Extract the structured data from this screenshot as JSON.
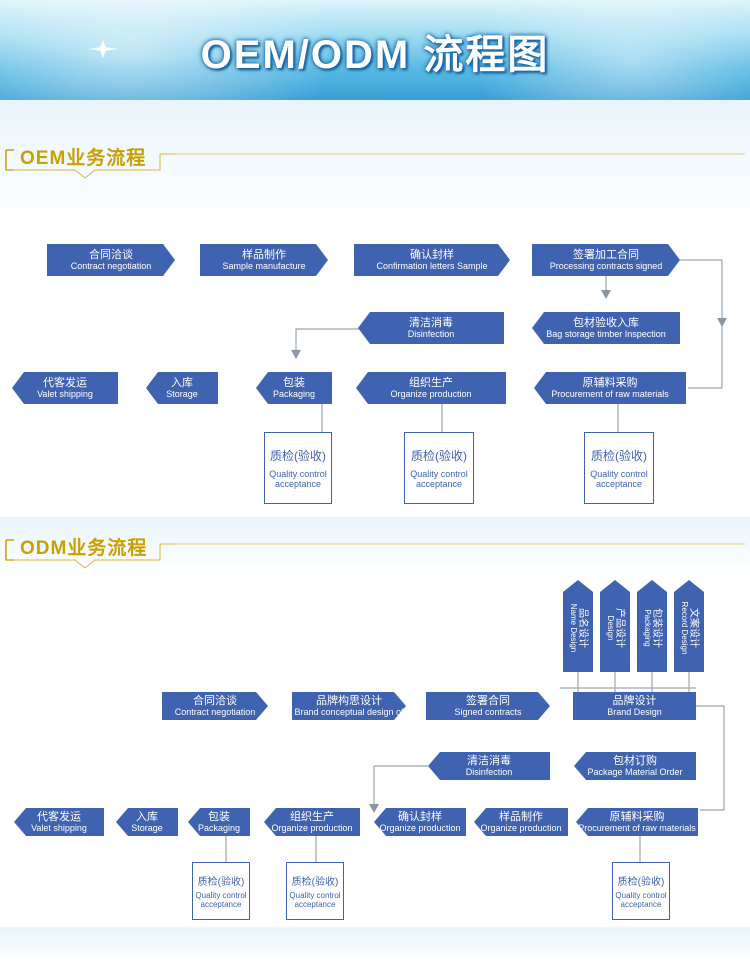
{
  "banner": {
    "title": "OEM/ODM 流程图"
  },
  "oem": {
    "title": "OEM业务流程",
    "steps": {
      "contract": {
        "zh": "合同洽谈",
        "en": "Contract negotiation"
      },
      "sample": {
        "zh": "样品制作",
        "en": "Sample manufacture"
      },
      "confirm": {
        "zh": "确认封样",
        "en": "Confirmation letters Sample"
      },
      "sign": {
        "zh": "签署加工合同",
        "en": "Processing contracts signed"
      },
      "bag": {
        "zh": "包材验收入库",
        "en": "Bag storage timber Inspection"
      },
      "disinfect": {
        "zh": "清洁消毒",
        "en": "Disinfection"
      },
      "procure": {
        "zh": "原辅料采购",
        "en": "Procurement of raw materials"
      },
      "organize": {
        "zh": "组织生产",
        "en": "Organize production"
      },
      "packaging": {
        "zh": "包装",
        "en": "Packaging"
      },
      "storage": {
        "zh": "入库",
        "en": "Storage"
      },
      "valet": {
        "zh": "代客发运",
        "en": "Valet shipping"
      }
    },
    "qc": {
      "zh": "质检(验收)",
      "en1": "Quality control",
      "en2": "acceptance"
    }
  },
  "odm": {
    "title": "ODM业务流程",
    "designs": [
      {
        "zh": "品名设计",
        "en": "Name Design"
      },
      {
        "zh": "产品设计",
        "en": "Design"
      },
      {
        "zh": "包装设计",
        "en": "Packaging"
      },
      {
        "zh": "文案设计",
        "en": "Record Design"
      }
    ],
    "steps": {
      "contract": {
        "zh": "合同洽谈",
        "en": "Contract negotiation"
      },
      "brandconcept": {
        "zh": "品牌构思设计",
        "en": "Brand conceptual design of"
      },
      "signed": {
        "zh": "签署合同",
        "en": "Signed contracts"
      },
      "branddesign": {
        "zh": "品牌设计",
        "en": "Brand Design"
      },
      "disinfect": {
        "zh": "清洁消毒",
        "en": "Disinfection"
      },
      "packorder": {
        "zh": "包材订购",
        "en": "Package Material Order"
      },
      "procure": {
        "zh": "原辅料采购",
        "en": "Procurement of raw materials"
      },
      "sample": {
        "zh": "样品制作",
        "en": "Organize production"
      },
      "confirm": {
        "zh": "确认封样",
        "en": "Organize production"
      },
      "organize": {
        "zh": "组织生产",
        "en": "Organize production"
      },
      "packaging": {
        "zh": "包装",
        "en": "Packaging"
      },
      "storage": {
        "zh": "入库",
        "en": "Storage"
      },
      "valet": {
        "zh": "代客发运",
        "en": "Valet shipping"
      }
    },
    "qc": {
      "zh": "质检(验收)",
      "en1": "Quality control",
      "en2": "acceptance"
    }
  },
  "colors": {
    "box": "#3f63b0",
    "line": "#9aa6b2",
    "title": "#c9a000"
  }
}
